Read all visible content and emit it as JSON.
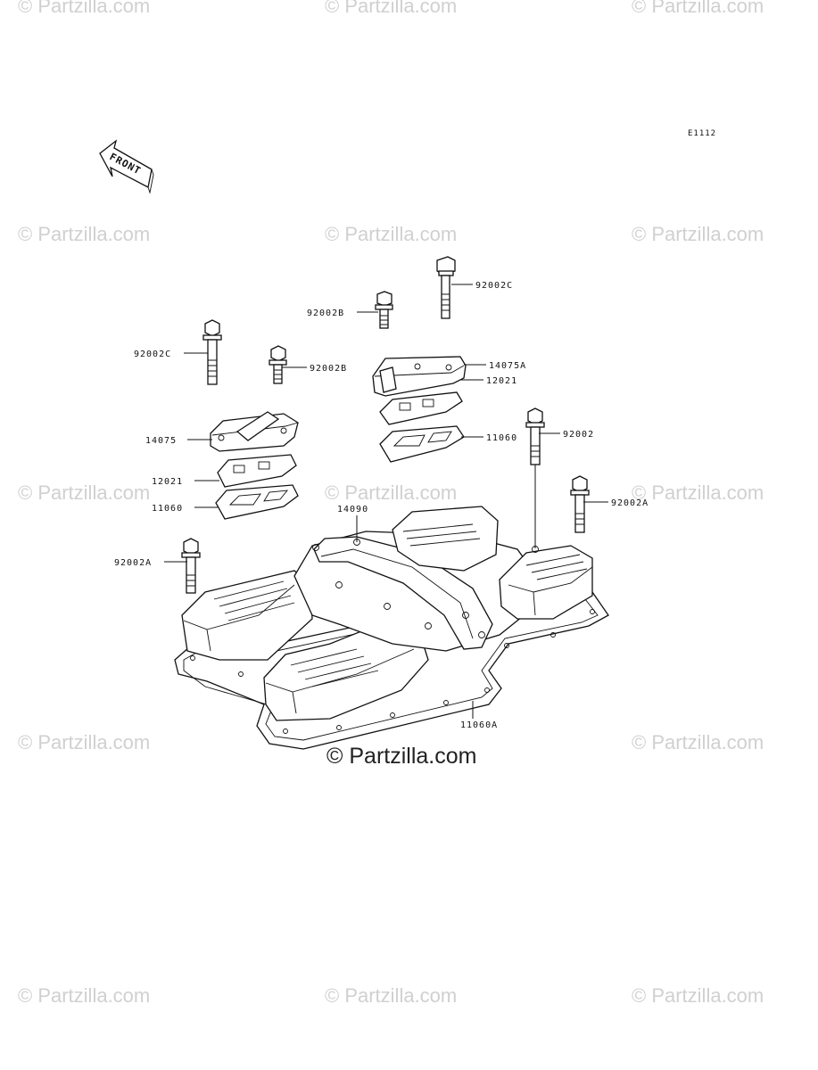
{
  "diagram_code": "E1112",
  "front_arrow_label": "FRONT",
  "watermark": "© Partzilla.com",
  "watermark_main": "© Partzilla.com",
  "parts": {
    "bolt_92002C_right": "92002C",
    "bolt_92002B_top": "92002B",
    "bolt_92002C_left": "92002C",
    "bolt_92002B_mid": "92002B",
    "cap_14075A": "14075A",
    "plate_12021_right": "12021",
    "bolt_92002_right": "92002",
    "gasket_11060_right": "11060",
    "cap_14075_left": "14075",
    "plate_12021_left": "12021",
    "gasket_11060_left": "11060",
    "bolt_92002A_right": "92002A",
    "cover_14090": "14090",
    "bolt_92002A_left": "92002A",
    "gasket_11060A": "11060A"
  }
}
